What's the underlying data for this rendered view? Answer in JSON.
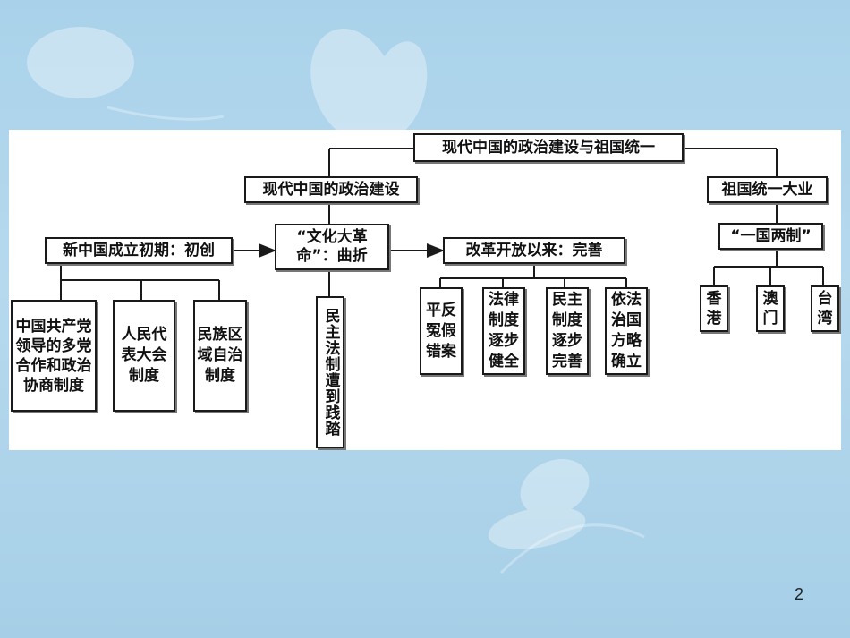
{
  "diagram": {
    "root": "现代中国的政治建设与祖国统一",
    "left_main": "现代中国的政治建设",
    "right_main": "祖国统一大业",
    "stage1": "新中国成立初期：初创",
    "stage2": "“文化大革命”：曲折",
    "stage3": "改革开放以来：完善",
    "stage1_items": [
      "中国共产党领导的多党合作和政治协商制度",
      "人民代表大会制度",
      "民族区域自治制度"
    ],
    "stage2_item": "民主法制遭到践踏",
    "stage3_items": [
      "平反冤假错案",
      "法律制度逐步健全",
      "民主制度逐步完善",
      "依法治国方略确立"
    ],
    "policy": "“一国两制”",
    "regions": [
      "香港",
      "澳门",
      "台湾"
    ]
  },
  "slide": {
    "page_number": "2"
  },
  "colors": {
    "background": "#a9d2ea",
    "panel": "#ffffff",
    "line": "#1a1a1a"
  }
}
